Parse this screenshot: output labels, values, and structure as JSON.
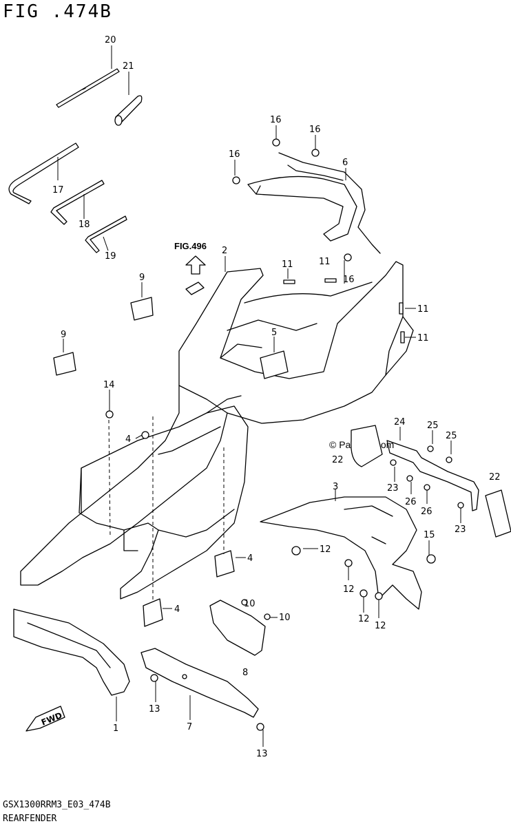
{
  "figure": {
    "title": "FIG .474B",
    "code": "GSX1300RRM3_E03_474B",
    "name": "REARFENDER",
    "reference": "FIG.496",
    "copyright": "© Partzilla.com",
    "fwd_label": "FWD"
  },
  "callouts": [
    {
      "id": "c20",
      "label": "20"
    },
    {
      "id": "c21",
      "label": "21"
    },
    {
      "id": "c17",
      "label": "17"
    },
    {
      "id": "c18",
      "label": "18"
    },
    {
      "id": "c19",
      "label": "19"
    },
    {
      "id": "c16a",
      "label": "16"
    },
    {
      "id": "c16b",
      "label": "16"
    },
    {
      "id": "c16c",
      "label": "16"
    },
    {
      "id": "c6",
      "label": "6"
    },
    {
      "id": "c2",
      "label": "2"
    },
    {
      "id": "c11a",
      "label": "11"
    },
    {
      "id": "c11b",
      "label": "11"
    },
    {
      "id": "c16d",
      "label": "16"
    },
    {
      "id": "c11c",
      "label": "11"
    },
    {
      "id": "c11d",
      "label": "11"
    },
    {
      "id": "c9a",
      "label": "9"
    },
    {
      "id": "c9b",
      "label": "9"
    },
    {
      "id": "c5",
      "label": "5"
    },
    {
      "id": "c14",
      "label": "14"
    },
    {
      "id": "c4a",
      "label": "4"
    },
    {
      "id": "c24",
      "label": "24"
    },
    {
      "id": "c25a",
      "label": "25"
    },
    {
      "id": "c25b",
      "label": "25"
    },
    {
      "id": "c22a",
      "label": "22"
    },
    {
      "id": "c22b",
      "label": "22"
    },
    {
      "id": "c23a",
      "label": "23"
    },
    {
      "id": "c26a",
      "label": "26"
    },
    {
      "id": "c26b",
      "label": "26"
    },
    {
      "id": "c23b",
      "label": "23"
    },
    {
      "id": "c3",
      "label": "3"
    },
    {
      "id": "c15",
      "label": "15"
    },
    {
      "id": "c12a",
      "label": "12"
    },
    {
      "id": "c12b",
      "label": "12"
    },
    {
      "id": "c12c",
      "label": "12"
    },
    {
      "id": "c12d",
      "label": "12"
    },
    {
      "id": "c4b",
      "label": "4"
    },
    {
      "id": "c4c",
      "label": "4"
    },
    {
      "id": "c10a",
      "label": "10"
    },
    {
      "id": "c10b",
      "label": "10"
    },
    {
      "id": "c8",
      "label": "8"
    },
    {
      "id": "c1",
      "label": "1"
    },
    {
      "id": "c13a",
      "label": "13"
    },
    {
      "id": "c7",
      "label": "7"
    },
    {
      "id": "c13b",
      "label": "13"
    }
  ]
}
